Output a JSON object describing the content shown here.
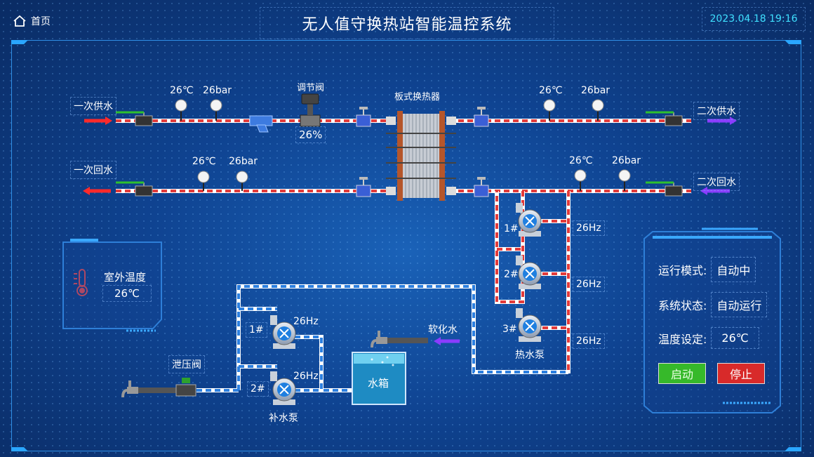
{
  "header": {
    "home_label": "首页",
    "title": "无人值守换热站智能温控系统",
    "datetime": "2023.04.18 19:16"
  },
  "pipes": {
    "primary_supply": "一次供水",
    "primary_return": "一次回水",
    "secondary_supply": "二次供水",
    "secondary_return": "二次回水"
  },
  "gauges": {
    "ps_temp": "26℃",
    "ps_press": "26bar",
    "pr_temp": "26℃",
    "pr_press": "26bar",
    "ss_temp": "26℃",
    "ss_press": "26bar",
    "sr_temp": "26℃",
    "sr_press": "26bar"
  },
  "valve": {
    "label": "调节阀",
    "opening": "26%"
  },
  "exchanger": {
    "label": "板式换热器"
  },
  "hot_pumps": {
    "label": "热水泵",
    "items": [
      {
        "id": "1#",
        "freq": "26Hz"
      },
      {
        "id": "2#",
        "freq": "26Hz"
      },
      {
        "id": "3#",
        "freq": "26Hz"
      }
    ]
  },
  "makeup_pumps": {
    "label": "补水泵",
    "items": [
      {
        "id": "1#",
        "freq": "26Hz"
      },
      {
        "id": "2#",
        "freq": "26Hz"
      }
    ]
  },
  "tank": {
    "label": "水箱"
  },
  "soft_water": {
    "label": "软化水"
  },
  "relief_valve": {
    "label": "泄压阀"
  },
  "outdoor": {
    "label": "室外温度",
    "value": "26℃"
  },
  "control": {
    "mode_label": "运行模式:",
    "mode_value": "自动中",
    "status_label": "系统状态:",
    "status_value": "自动运行",
    "temp_label": "温度设定:",
    "temp_value": "26℃",
    "start_label": "启动",
    "stop_label": "停止",
    "start_color": "#36b92a",
    "stop_color": "#d82a2a"
  },
  "colors": {
    "accent": "#3fe0ff",
    "pipe_red": "#e23a3a",
    "pipe_blue": "#2b7fe0"
  }
}
